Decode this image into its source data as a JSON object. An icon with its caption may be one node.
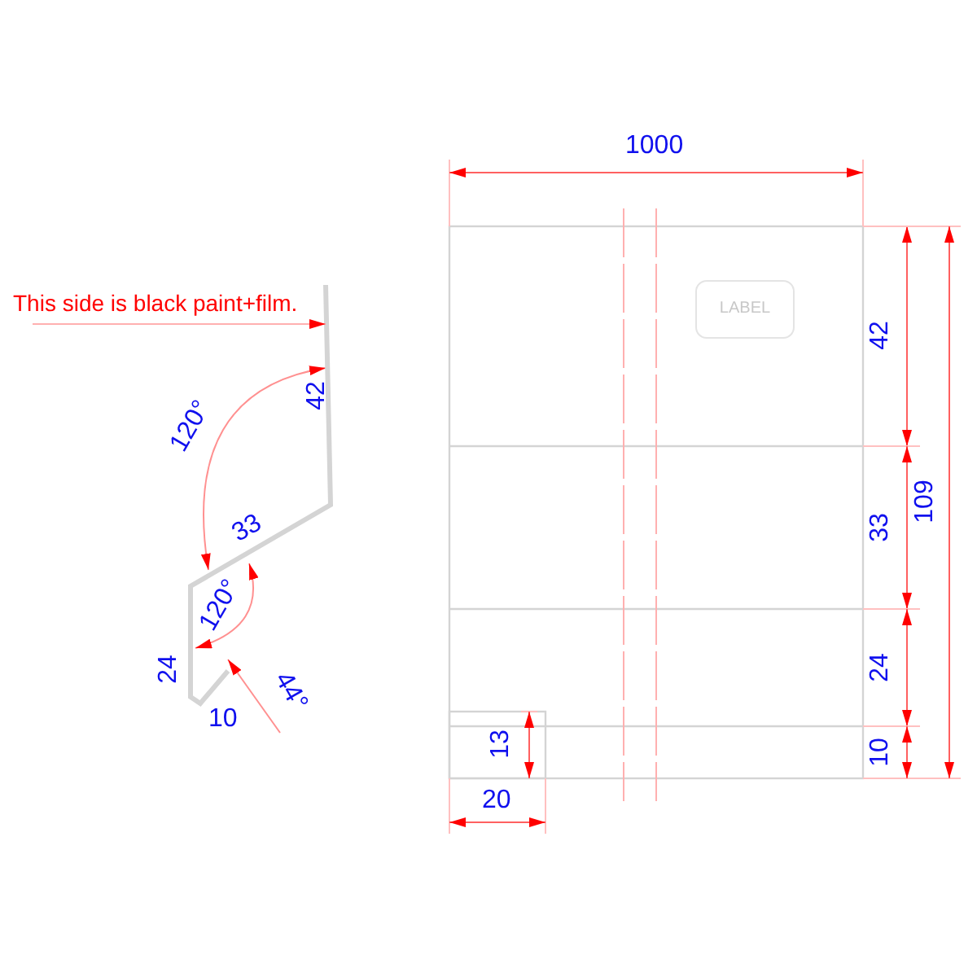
{
  "diagram": {
    "nodes": [
      {
        "text": [
          "This side is black paint+film."
        ]
      },
      {
        "text": [],
        "shape": "picture"
      },
      {
        "text": [
          "LABEL"
        ]
      }
    ],
    "edges": [
      {
        "from": 0,
        "to": 1,
        "arrow": "to"
      }
    ],
    "labels": [
      "120°",
      "42",
      "33",
      "120°",
      "24",
      "44°",
      "10",
      "1000",
      "42",
      "33",
      "109",
      "24",
      "10",
      "13",
      "20"
    ]
  }
}
